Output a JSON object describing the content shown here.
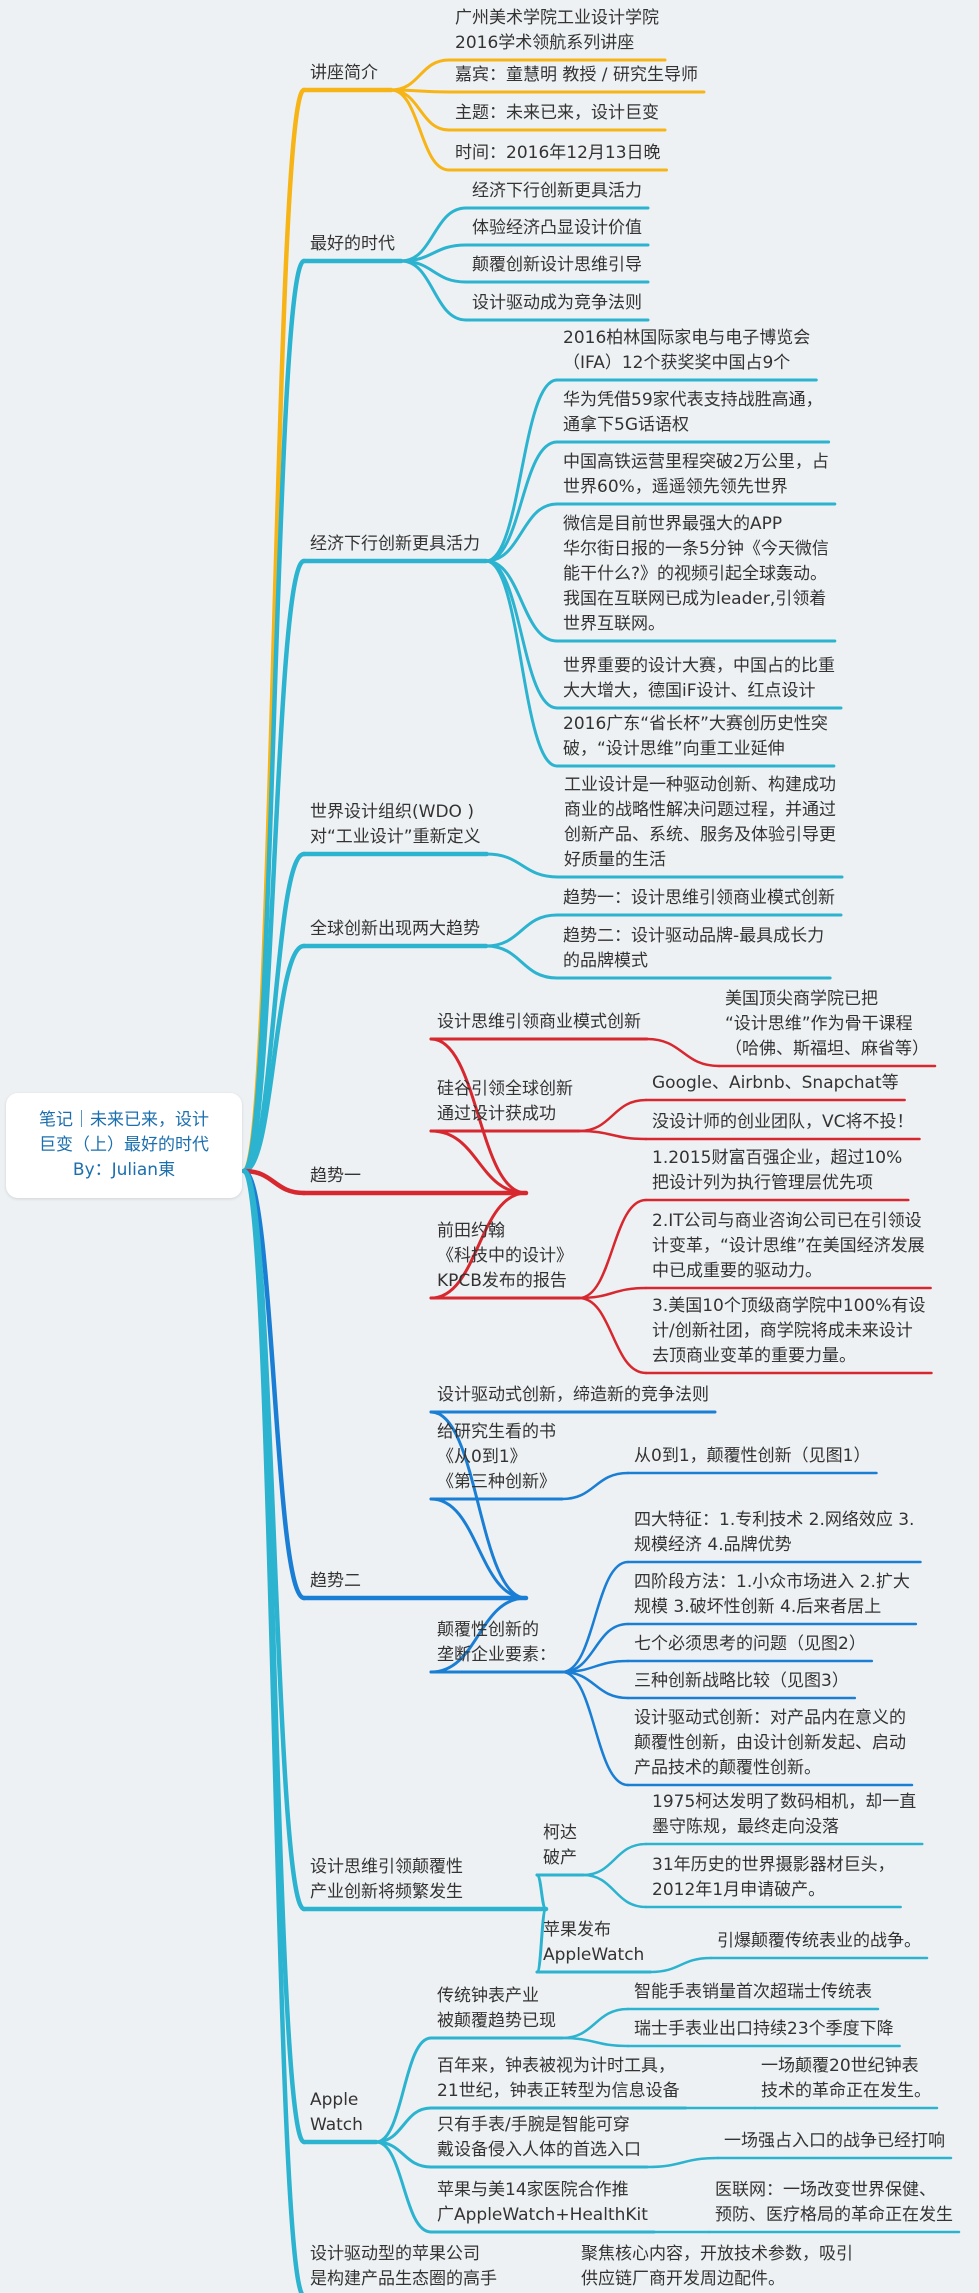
{
  "root": {
    "line1": "笔记｜未来已来，设计",
    "line2": "巨变（上）最好的时代",
    "line3": "By：Julian東"
  },
  "colors": {
    "yellow": "#f6b416",
    "teal": "#2cb3cf",
    "red": "#d7272f",
    "blue": "#1a7fd4",
    "root_text": "#1b6fae"
  },
  "branches": [
    {
      "id": "b1",
      "color": "yellow",
      "label": [
        "讲座简介"
      ],
      "children": [
        {
          "id": "b1c1",
          "label": [
            "广州美术学院工业设计学院",
            "2016学术领航系列讲座"
          ]
        },
        {
          "id": "b1c2",
          "label": [
            "嘉宾：童慧明 教授 / 研究生导师"
          ]
        },
        {
          "id": "b1c3",
          "label": [
            "主题：未来已来，设计巨变"
          ]
        },
        {
          "id": "b1c4",
          "label": [
            "时间：2016年12月13日晚"
          ]
        }
      ]
    },
    {
      "id": "b2",
      "color": "teal",
      "label": [
        "最好的时代"
      ],
      "children": [
        {
          "id": "b2c1",
          "label": [
            "经济下行创新更具活力"
          ]
        },
        {
          "id": "b2c2",
          "label": [
            "体验经济凸显设计价值"
          ]
        },
        {
          "id": "b2c3",
          "label": [
            "颠覆创新设计思维引导"
          ]
        },
        {
          "id": "b2c4",
          "label": [
            "设计驱动成为竞争法则"
          ]
        }
      ]
    },
    {
      "id": "b3",
      "color": "teal",
      "label": [
        "经济下行创新更具活力"
      ],
      "children": [
        {
          "id": "b3c1",
          "label": [
            "2016柏林国际家电与电子博览会",
            "（IFA）12个获奖奖中国占9个"
          ]
        },
        {
          "id": "b3c2",
          "label": [
            "华为凭借59家代表支持战胜高通，",
            "通拿下5G话语权"
          ]
        },
        {
          "id": "b3c3",
          "label": [
            "中国高铁运营里程突破2万公里，占",
            "世界60%，遥遥领先领先世界"
          ]
        },
        {
          "id": "b3c4",
          "label": [
            "微信是目前世界最强大的APP",
            "华尔街日报的一条5分钟《今天微信",
            "能干什么?》的视频引起全球轰动。",
            "我国在互联网已成为leader,引领着",
            "世界互联网。"
          ]
        },
        {
          "id": "b3c5",
          "label": [
            "世界重要的设计大赛，中国占的比重",
            "大大增大，德国iF设计、红点设计"
          ]
        },
        {
          "id": "b3c6",
          "label": [
            "2016广东“省长杯”大赛创历史性突",
            "破，“设计思维”向重工业延伸"
          ]
        }
      ]
    },
    {
      "id": "b4",
      "color": "teal",
      "label": [
        "世界设计组织(WDO )",
        "对“工业设计”重新定义"
      ],
      "children": [
        {
          "id": "b4c1",
          "label": [
            "工业设计是一种驱动创新、构建成功",
            "商业的战略性解决问题过程，并通过",
            "创新产品、系统、服务及体验引导更",
            "好质量的生活"
          ]
        }
      ]
    },
    {
      "id": "b5",
      "color": "teal",
      "label": [
        "全球创新出现两大趋势"
      ],
      "children": [
        {
          "id": "b5c1",
          "label": [
            "趋势一：设计思维引领商业模式创新"
          ]
        },
        {
          "id": "b5c2",
          "label": [
            "趋势二：设计驱动品牌-最具成长力",
            "的品牌模式"
          ]
        }
      ]
    },
    {
      "id": "b6",
      "color": "red",
      "label": [
        "趋势一"
      ],
      "children": [
        {
          "id": "b6c1",
          "label": [
            "设计思维引领商业模式创新"
          ],
          "children": [
            {
              "id": "b6c1a",
              "label": [
                "美国顶尖商学院已把",
                "“设计思维”作为骨干课程",
                "（哈佛、斯福坦、麻省等）"
              ]
            }
          ]
        },
        {
          "id": "b6c2",
          "label": [
            "硅谷引领全球创新",
            "通过设计获成功"
          ],
          "children": [
            {
              "id": "b6c2a",
              "label": [
                "Google、Airbnb、Snapchat等"
              ]
            },
            {
              "id": "b6c2b",
              "label": [
                "没设计师的创业团队，VC将不投！"
              ]
            }
          ]
        },
        {
          "id": "b6c3",
          "label": [
            "前田约翰",
            "《科技中的设计》",
            "KPCB发布的报告"
          ],
          "children": [
            {
              "id": "b6c3a",
              "label": [
                "1.2015财富百强企业，超过10%",
                "把设计列为执行管理层优先项"
              ]
            },
            {
              "id": "b6c3b",
              "label": [
                "2.IT公司与商业咨询公司已在引领设",
                "计变革，“设计思维”在美国经济发展",
                "中已成重要的驱动力。"
              ]
            },
            {
              "id": "b6c3c",
              "label": [
                "3.美国10个顶级商学院中100%有设",
                "计/创新社团，商学院将成未来设计",
                "去顶商业变革的重要力量。"
              ]
            }
          ]
        }
      ]
    },
    {
      "id": "b7",
      "color": "blue",
      "label": [
        "趋势二"
      ],
      "children": [
        {
          "id": "b7c1",
          "label": [
            "设计驱动式创新，缔造新的竞争法则"
          ]
        },
        {
          "id": "b7c2",
          "label": [
            "给研究生看的书",
            "《从0到1》",
            "《第三种创新》"
          ],
          "children": [
            {
              "id": "b7c2a",
              "label": [
                "从0到1，颠覆性创新（见图1）"
              ]
            }
          ]
        },
        {
          "id": "b7c3",
          "label": [
            "颠覆性创新的",
            "垄断企业要素："
          ],
          "children": [
            {
              "id": "b7c3a",
              "label": [
                "四大特征：1.专利技术 2.网络效应 3.",
                "规模经济 4.品牌优势"
              ]
            },
            {
              "id": "b7c3b",
              "label": [
                "四阶段方法：1.小众市场进入 2.扩大",
                "规模 3.破坏性创新 4.后来者居上"
              ]
            },
            {
              "id": "b7c3c",
              "label": [
                "七个必须思考的问题（见图2）"
              ]
            },
            {
              "id": "b7c3d",
              "label": [
                "三种创新战略比较（见图3）"
              ]
            },
            {
              "id": "b7c3e",
              "label": [
                "设计驱动式创新：对产品内在意义的",
                "颠覆性创新，由设计创新发起、启动",
                "产品技术的颠覆性创新。"
              ]
            }
          ]
        }
      ]
    },
    {
      "id": "b8",
      "color": "teal",
      "label": [
        "设计思维引领颠覆性",
        "产业创新将频繁发生"
      ],
      "children": [
        {
          "id": "b8c1",
          "label": [
            "柯达",
            "破产"
          ],
          "children": [
            {
              "id": "b8c1a",
              "label": [
                "1975柯达发明了数码相机，却一直",
                "墨守陈规，最终走向没落"
              ]
            },
            {
              "id": "b8c1b",
              "label": [
                "31年历史的世界摄影器材巨头，",
                "2012年1月申请破产。"
              ]
            }
          ]
        },
        {
          "id": "b8c2",
          "label": [
            "苹果发布",
            "AppleWatch"
          ],
          "children": [
            {
              "id": "b8c2a",
              "label": [
                "引爆颠覆传统表业的战争。"
              ]
            }
          ]
        }
      ]
    },
    {
      "id": "b9",
      "color": "teal",
      "label": [
        "Apple",
        "Watch"
      ],
      "children": [
        {
          "id": "b9c1",
          "label": [
            "传统钟表产业",
            "被颠覆趋势已现"
          ],
          "children": [
            {
              "id": "b9c1a",
              "label": [
                "智能手表销量首次超瑞士传统表"
              ]
            },
            {
              "id": "b9c1b",
              "label": [
                "瑞士手表业出口持续23个季度下降"
              ]
            }
          ]
        },
        {
          "id": "b9c2",
          "label": [
            "百年来，钟表被视为计时工具，",
            "21世纪，钟表正转型为信息设备"
          ],
          "children": [
            {
              "id": "b9c2a",
              "label": [
                "一场颠覆20世纪钟表",
                "技术的革命正在发生。"
              ]
            }
          ]
        },
        {
          "id": "b9c3",
          "label": [
            "只有手表/手腕是智能可穿",
            "戴设备侵入人体的首选入口"
          ],
          "children": [
            {
              "id": "b9c3a",
              "label": [
                "一场强占入口的战争已经打响"
              ]
            }
          ]
        },
        {
          "id": "b9c4",
          "label": [
            "苹果与美14家医院合作推",
            "广AppleWatch+HealthKit"
          ],
          "children": [
            {
              "id": "b9c4a",
              "label": [
                "医联网：一场改变世界保健、",
                "预防、医疗格局的革命正在发生"
              ]
            }
          ]
        }
      ]
    },
    {
      "id": "b10",
      "color": "teal",
      "label": [
        "设计驱动型的苹果公司",
        "是构建产品生态圈的高手"
      ],
      "children": [
        {
          "id": "b10c1",
          "label": [
            "聚焦核心内容，开放技术参数，吸引",
            "供应链厂商开发周边配件。"
          ]
        }
      ]
    }
  ]
}
